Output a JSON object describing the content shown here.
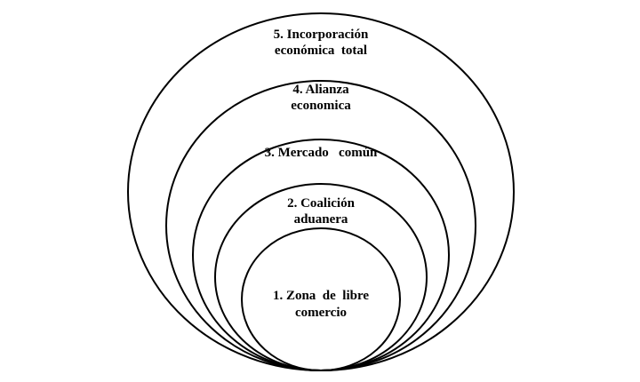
{
  "levels": [
    {
      "lines": [
        "5. Incorporación",
        "económica  total"
      ]
    },
    {
      "lines": [
        "4. Alianza",
        "economica"
      ]
    },
    {
      "lines": [
        "3. Mercado   común"
      ]
    },
    {
      "lines": [
        "2. Coalición",
        "aduanera"
      ]
    },
    {
      "lines": [
        "1. Zona  de  libre",
        "comercio"
      ]
    }
  ]
}
